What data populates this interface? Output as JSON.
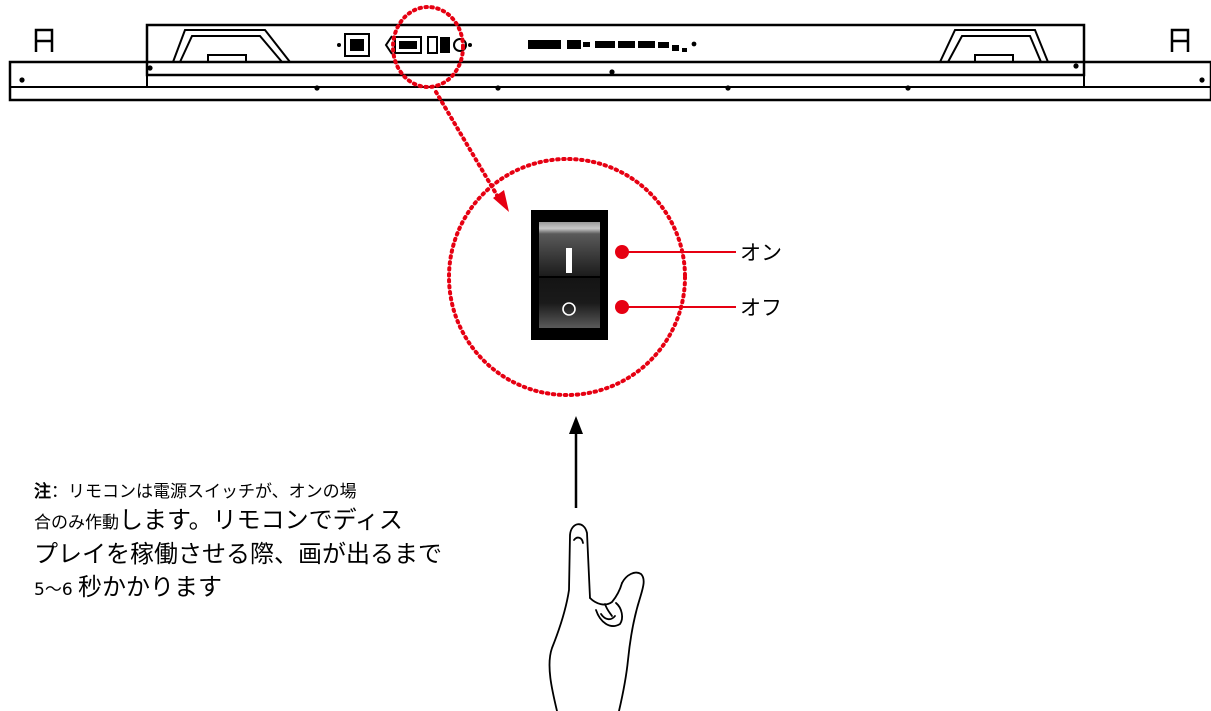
{
  "switch": {
    "on_label": "オン",
    "off_label": "オフ"
  },
  "note": {
    "prefix": "注",
    "colon": "：",
    "line1": "リモコンは電源スイッチが、オンの場",
    "line2_small": "合のみ作動",
    "line2_big": "します。リモコンでディス",
    "line3": "プレイを稼働させる際、画が出るまで",
    "line4_num": "5～6 ",
    "line4_text": "秒かかります"
  },
  "colors": {
    "accent_red": "#e60012",
    "line_black": "#000000"
  }
}
